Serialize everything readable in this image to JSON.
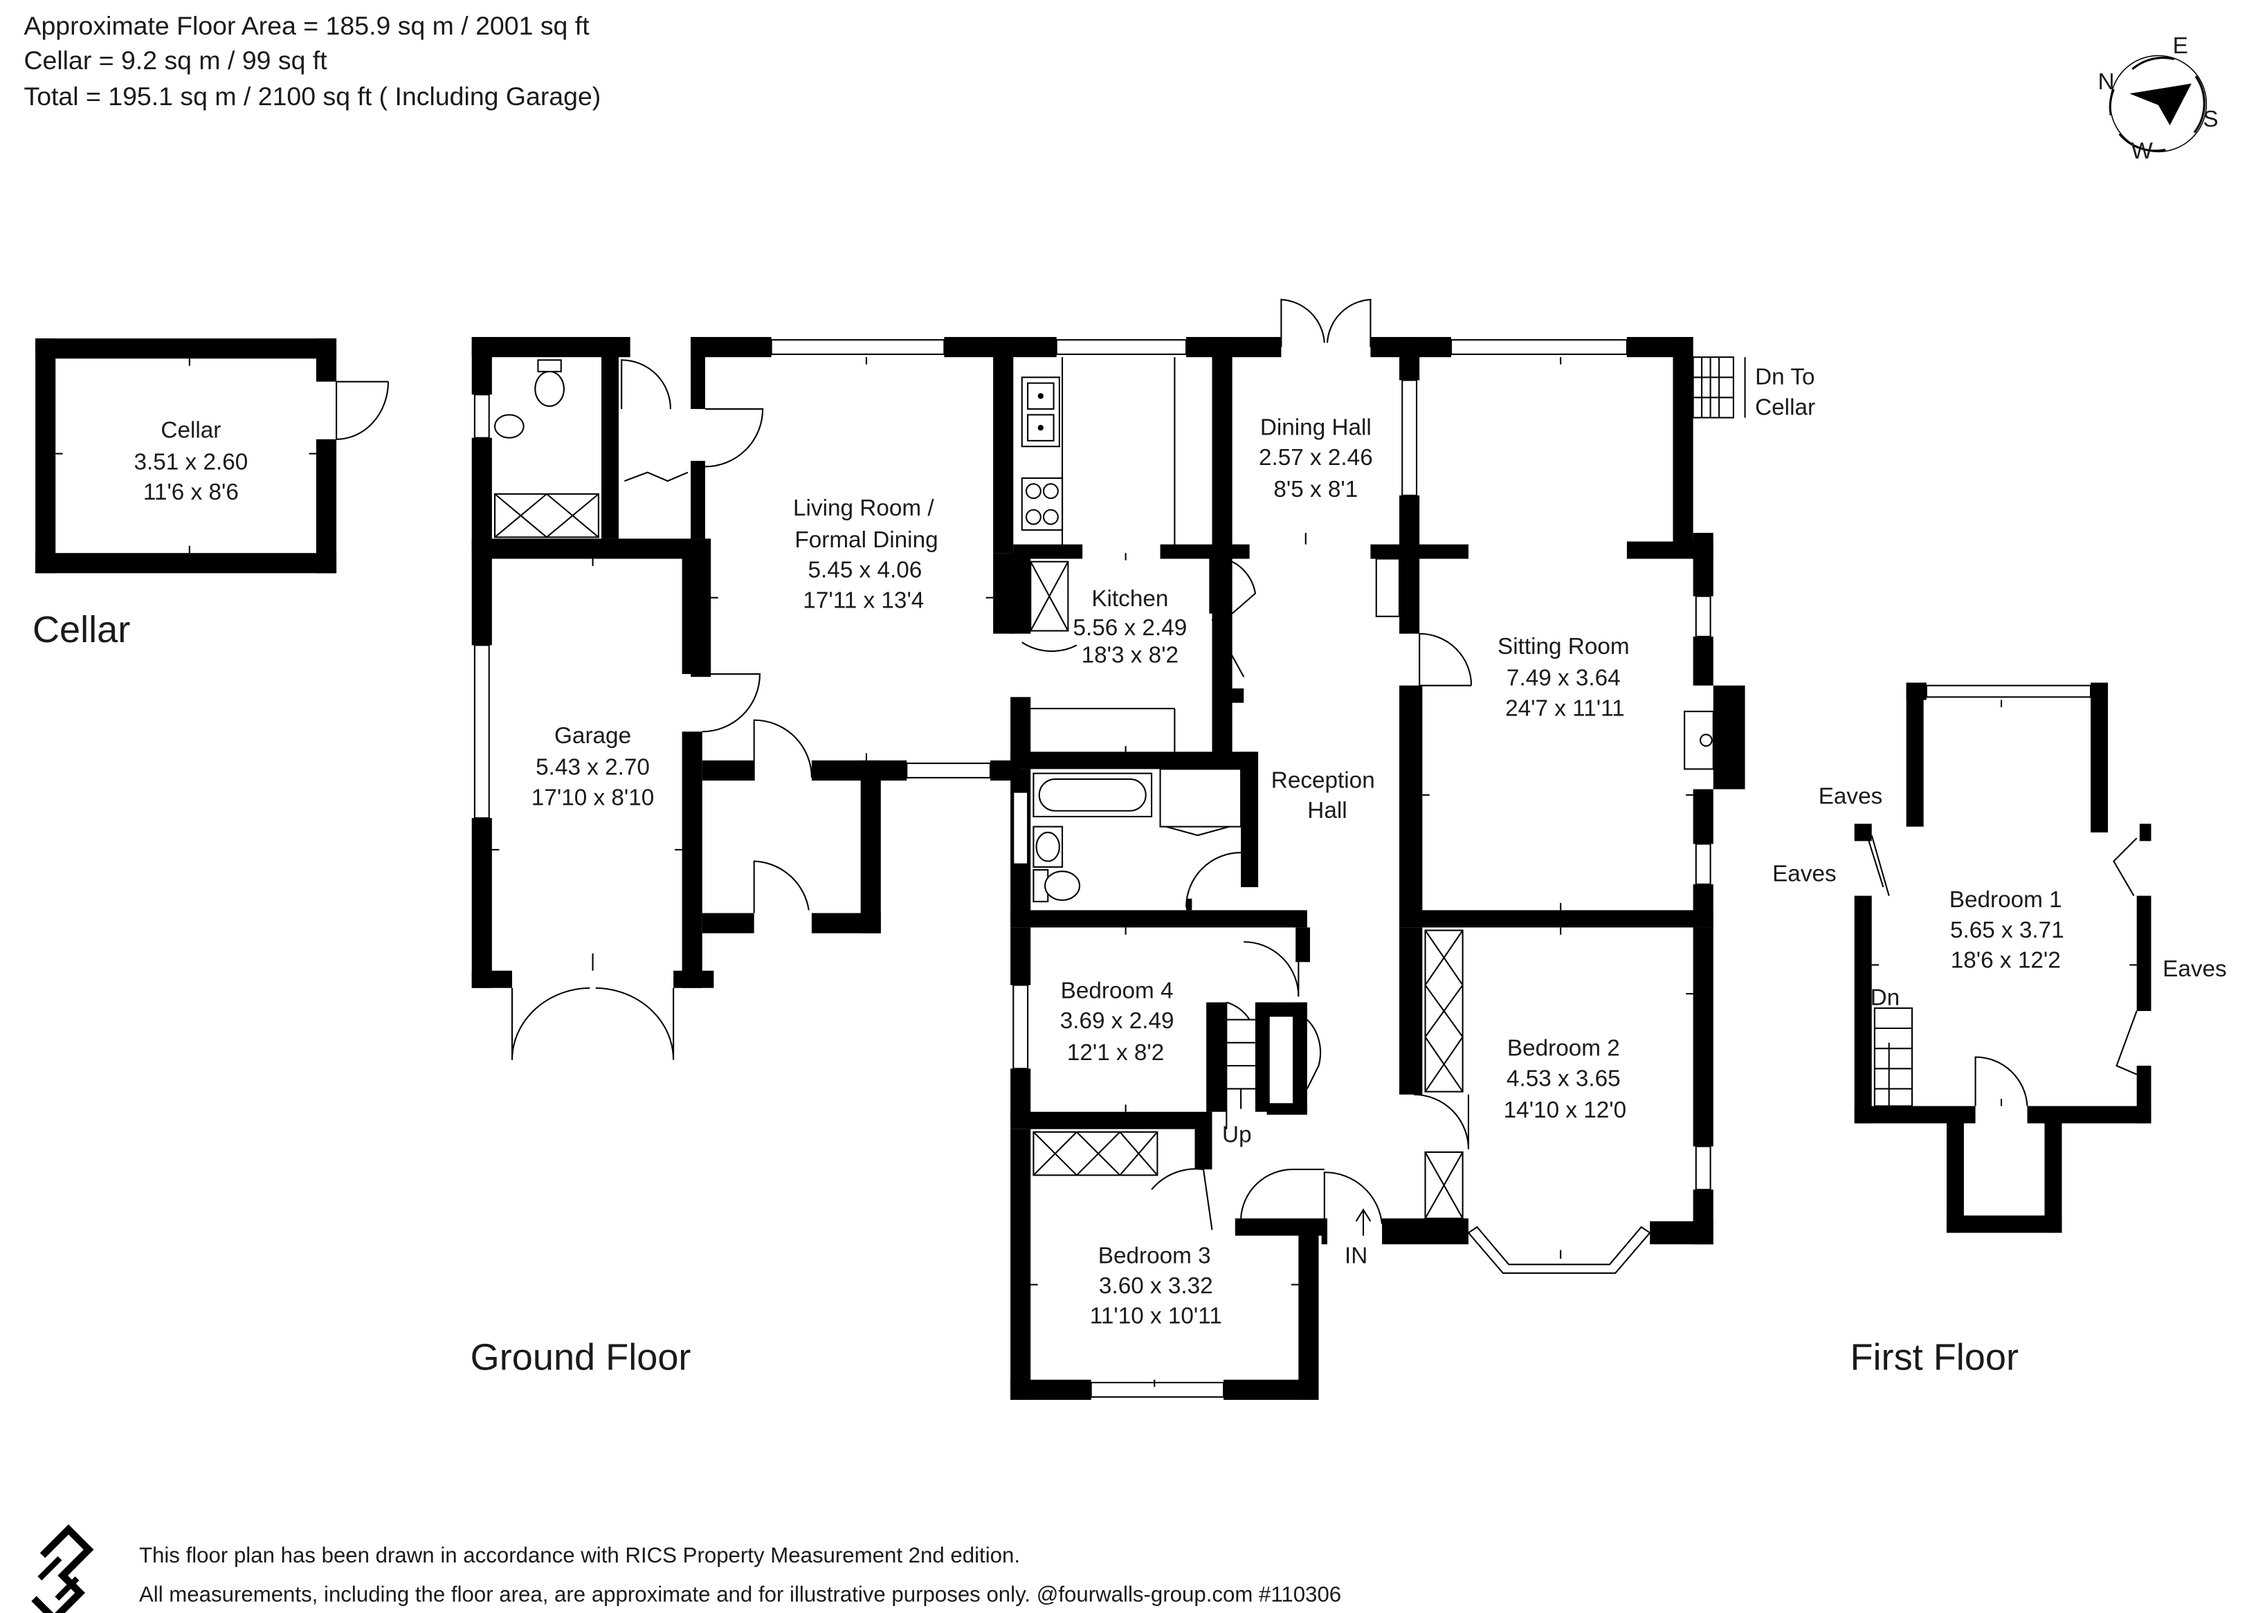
{
  "header": {
    "line1": "Approximate Floor Area = 185.9 sq m / 2001 sq ft",
    "line2": "Cellar = 9.2 sq m / 99 sq ft",
    "line3": "Total = 195.1 sq m / 2100 sq ft ( Including Garage)"
  },
  "compass": {
    "n": "N",
    "e": "E",
    "s": "S",
    "w": "W"
  },
  "floors": {
    "cellar": "Cellar",
    "ground": "Ground Floor",
    "first": "First Floor"
  },
  "rooms": {
    "cellar": {
      "name": "Cellar",
      "metric": "3.51 x 2.60",
      "imperial": "11'6 x 8'6"
    },
    "living": {
      "name1": "Living Room /",
      "name2": "Formal Dining",
      "metric": "5.45 x 4.06",
      "imperial": "17'11 x 13'4"
    },
    "kitchen": {
      "name": "Kitchen",
      "metric": "5.56 x 2.49",
      "imperial": "18'3 x 8'2"
    },
    "dining": {
      "name": "Dining Hall",
      "metric": "2.57 x 2.46",
      "imperial": "8'5 x 8'1"
    },
    "sitting": {
      "name": "Sitting Room",
      "metric": "7.49 x 3.64",
      "imperial": "24'7 x 11'11"
    },
    "garage": {
      "name": "Garage",
      "metric": "5.43 x 2.70",
      "imperial": "17'10 x 8'10"
    },
    "reception": {
      "name1": "Reception",
      "name2": "Hall"
    },
    "bedroom4": {
      "name": "Bedroom 4",
      "metric": "3.69 x 2.49",
      "imperial": "12'1 x 8'2"
    },
    "bedroom2": {
      "name": "Bedroom 2",
      "metric": "4.53 x 3.65",
      "imperial": "14'10 x 12'0"
    },
    "bedroom3": {
      "name": "Bedroom 3",
      "metric": "3.60 x 3.32",
      "imperial": "11'10 x 10'11"
    },
    "bedroom1": {
      "name": "Bedroom 1",
      "metric": "5.65 x 3.71",
      "imperial": "18'6 x 12'2"
    }
  },
  "annotations": {
    "dn_to": "Dn To",
    "cellar": "Cellar",
    "up": "Up",
    "in": "IN",
    "dn": "Dn",
    "eaves": "Eaves"
  },
  "footer": {
    "line1": "This floor plan has been drawn in accordance with RICS Property Measurement 2nd edition.",
    "line2": "All measurements, including the floor area, are approximate and for illustrative purposes only. @fourwalls-group.com #110306"
  }
}
